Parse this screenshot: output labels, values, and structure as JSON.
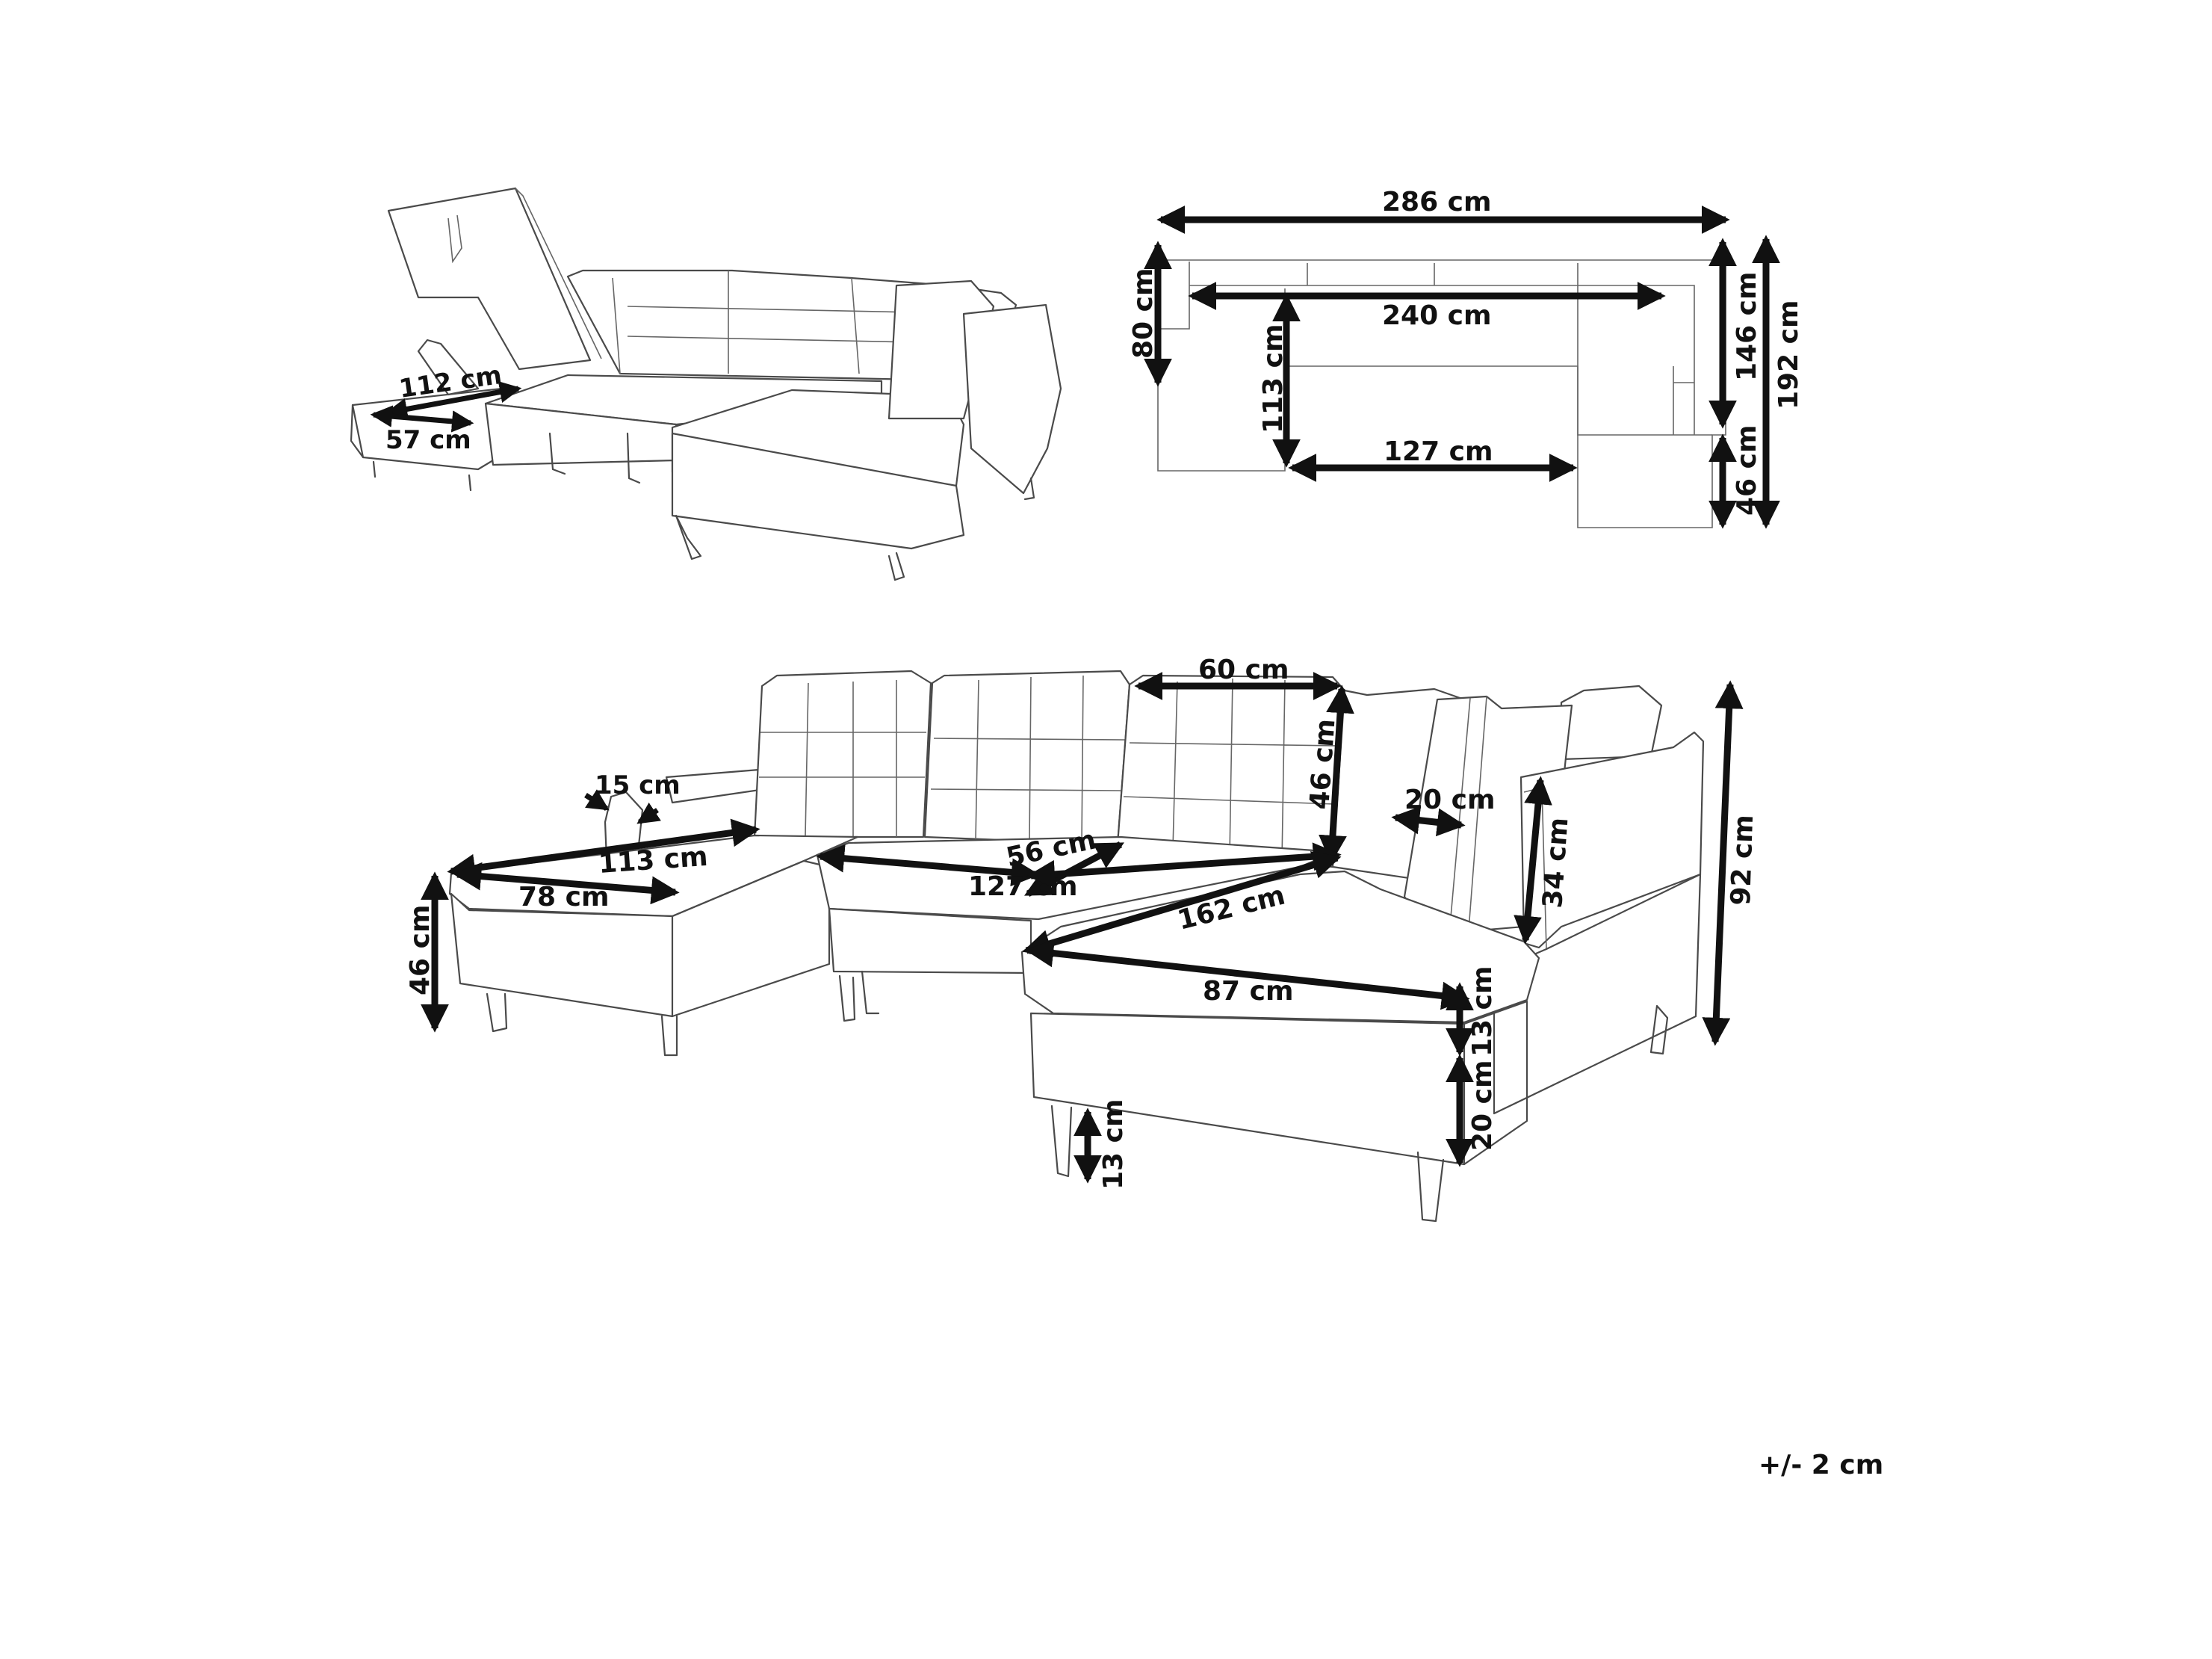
{
  "views": {
    "perspective_open": {
      "dims": {
        "d112": "112 cm",
        "d57": "57 cm"
      }
    },
    "top_view": {
      "dims": {
        "d286": "286 cm",
        "d240": "240 cm",
        "d80": "80 cm",
        "d113": "113 cm",
        "d127": "127 cm",
        "d146": "146 cm",
        "d192": "192 cm",
        "d46": "46 cm"
      }
    },
    "perspective_main": {
      "dims": {
        "d60": "60 cm",
        "d46_back": "46 cm",
        "d15": "15 cm",
        "d113": "113 cm",
        "d78": "78 cm",
        "d46_seat": "46 cm",
        "d56": "56 cm",
        "d127": "127 cm",
        "d162": "162 cm",
        "d20_arm": "20 cm",
        "d34": "34 cm",
        "d92": "92 cm",
        "d87": "87 cm",
        "d13_cushion": "13 cm",
        "d20_base": "20 cm",
        "d13_leg": "13 cm"
      }
    }
  },
  "tolerance": "+/- 2 cm"
}
